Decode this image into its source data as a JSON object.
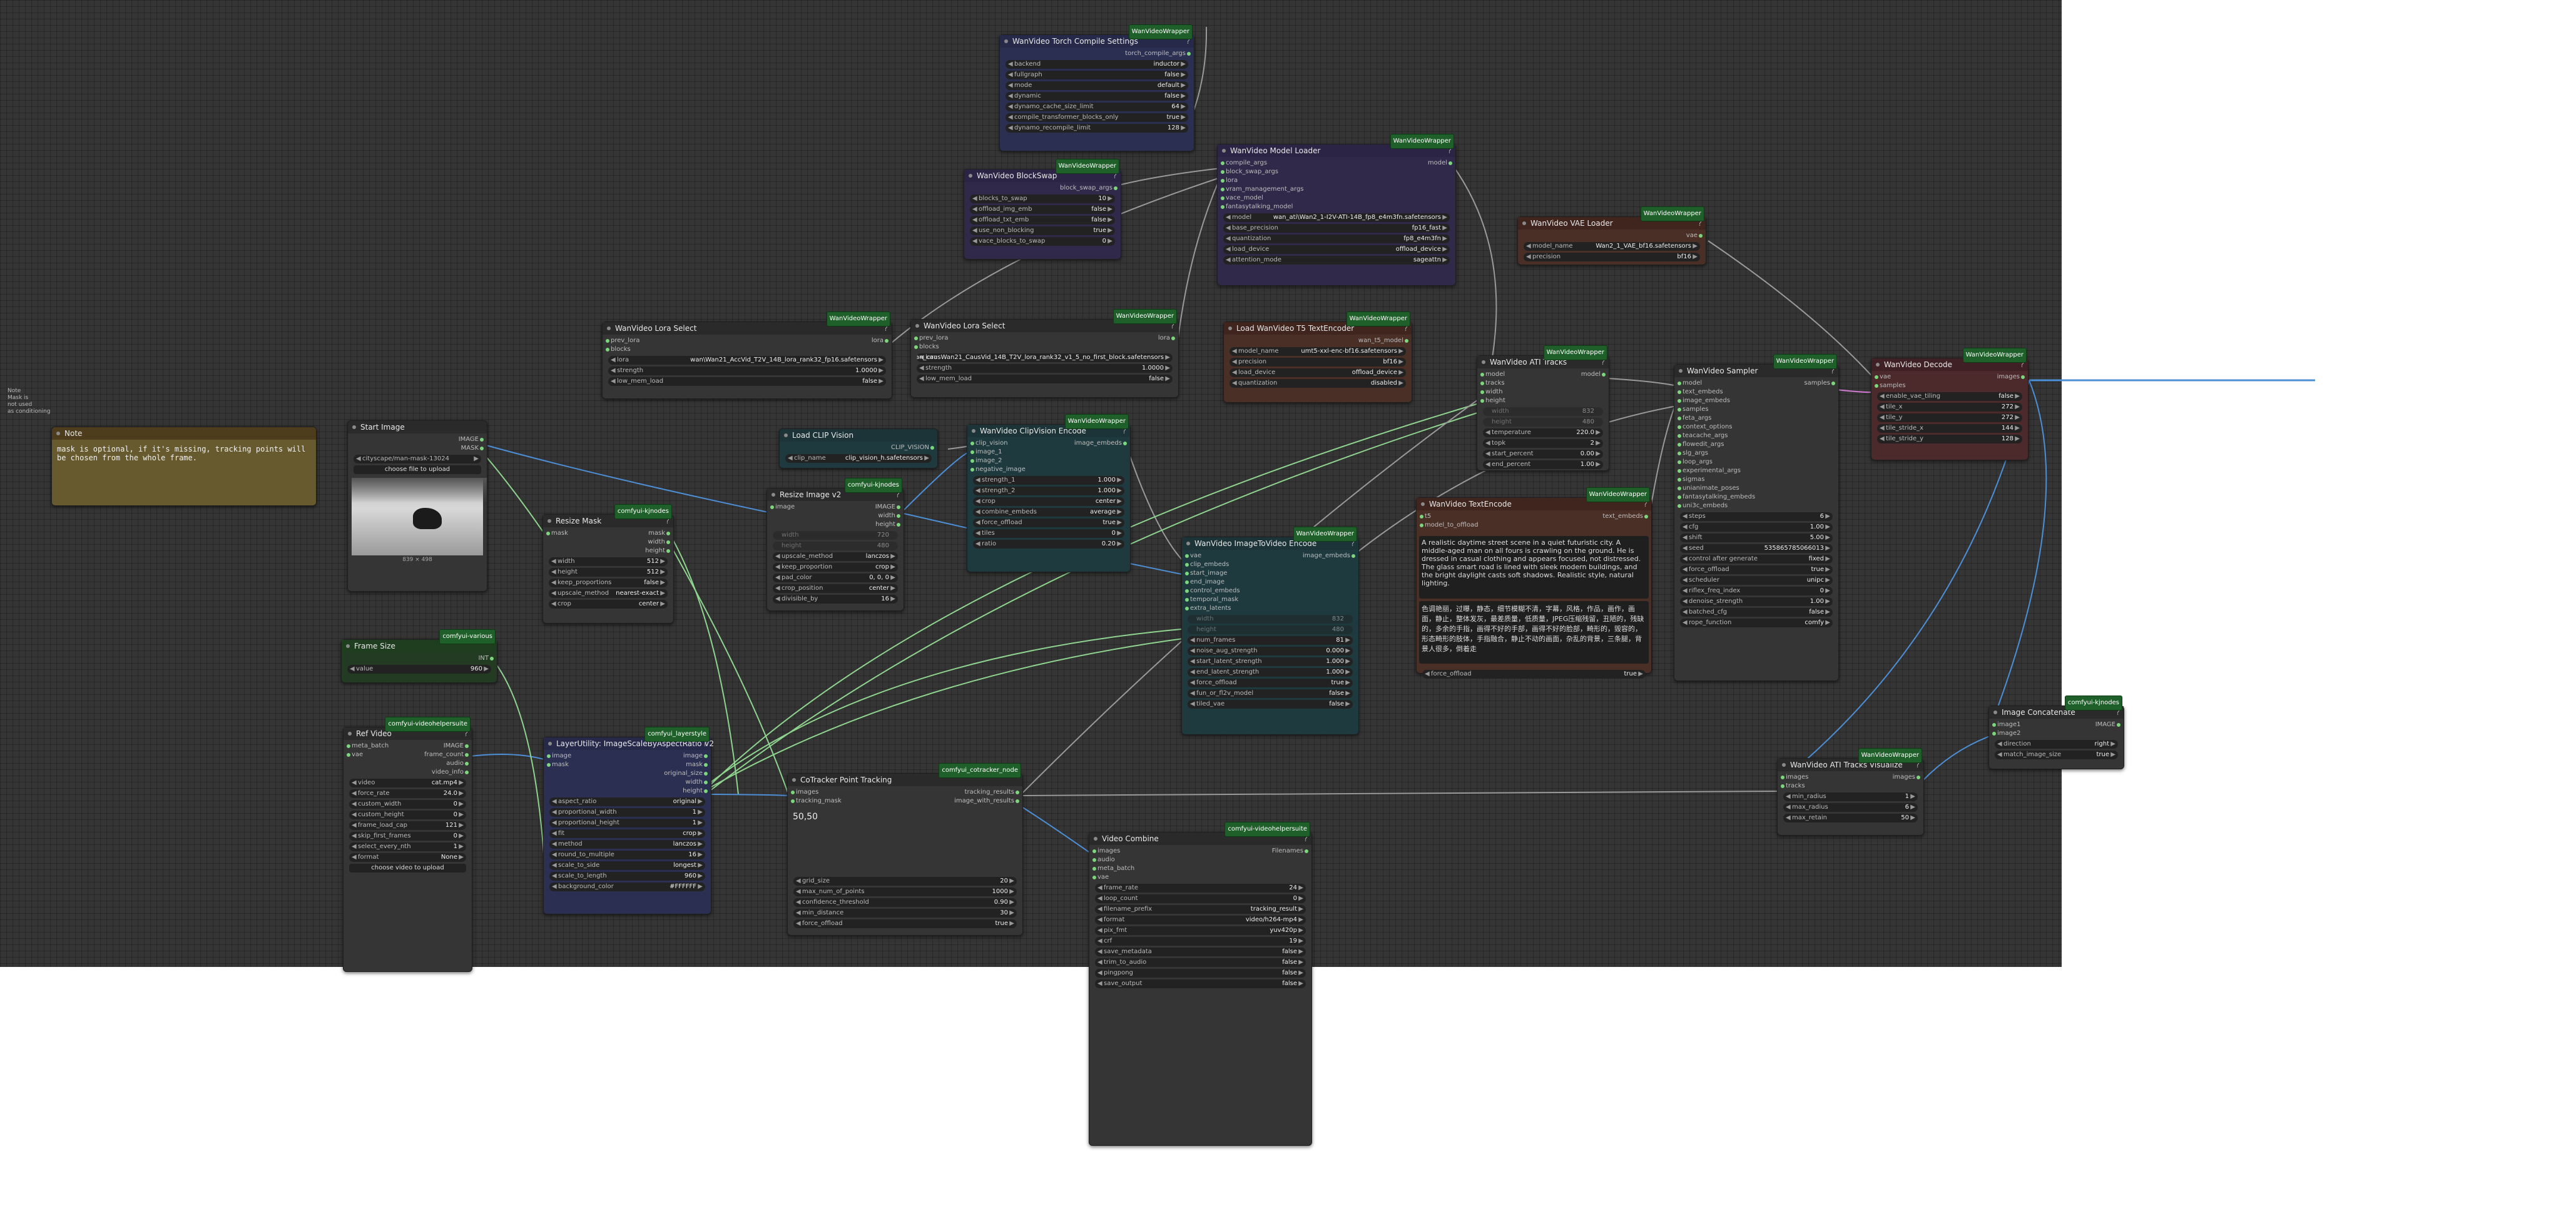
{
  "canvas_label": {
    "line1": "Note",
    "line2": "Mask is",
    "line3": "not used",
    "line4": "as conditioning"
  },
  "note": {
    "title": "Note",
    "text": "mask is optional, if it's missing, tracking points will be chosen from the whole frame."
  },
  "torch_compile": {
    "title": "WanVideo Torch Compile Settings",
    "badge": "WanVideoWrapper",
    "out": "torch_compile_args",
    "widgets": [
      [
        "backend",
        "inductor"
      ],
      [
        "fullgraph",
        "false"
      ],
      [
        "mode",
        "default"
      ],
      [
        "dynamic",
        "false"
      ],
      [
        "dynamo_cache_size_limit",
        "64"
      ],
      [
        "compile_transformer_blocks_only",
        "true"
      ],
      [
        "dynamo_recompile_limit",
        "128"
      ]
    ]
  },
  "blockswap": {
    "title": "WanVideo BlockSwap",
    "badge": "WanVideoWrapper",
    "out": "block_swap_args",
    "widgets": [
      [
        "blocks_to_swap",
        "10"
      ],
      [
        "offload_img_emb",
        "false"
      ],
      [
        "offload_txt_emb",
        "false"
      ],
      [
        "use_non_blocking",
        "true"
      ],
      [
        "vace_blocks_to_swap",
        "0"
      ]
    ]
  },
  "model_loader": {
    "title": "WanVideo Model Loader",
    "badge": "WanVideoWrapper",
    "out": "model",
    "inputs": [
      "compile_args",
      "block_swap_args",
      "lora",
      "vram_management_args",
      "vace_model",
      "fantasytalking_model"
    ],
    "widgets": [
      [
        "model",
        "wan_ati\\Wan2_1-I2V-ATI-14B_fp8_e4m3fn.safetensors"
      ],
      [
        "base_precision",
        "fp16_fast"
      ],
      [
        "quantization",
        "fp8_e4m3fn"
      ],
      [
        "load_device",
        "offload_device"
      ],
      [
        "attention_mode",
        "sageattn"
      ]
    ]
  },
  "vae_loader": {
    "title": "WanVideo VAE Loader",
    "badge": "WanVideoWrapper",
    "out": "vae",
    "widgets": [
      [
        "model_name",
        "Wan2_1_VAE_bf16.safetensors"
      ],
      [
        "precision",
        "bf16"
      ]
    ]
  },
  "lora1": {
    "title": "WanVideo Lora Select",
    "badge": "WanVideoWrapper",
    "in": [
      "prev_lora",
      "blocks"
    ],
    "out": "lora",
    "widgets": [
      [
        "lora",
        "wan\\Wan21_AccVid_T2V_14B_lora_rank32_fp16.safetensors"
      ],
      [
        "strength",
        "1.0000"
      ],
      [
        "low_mem_load",
        "false"
      ]
    ]
  },
  "lora2": {
    "title": "WanVideo Lora Select",
    "badge": "WanVideoWrapper",
    "in": [
      "prev_lora",
      "blocks"
    ],
    "out": "lora",
    "widgets": [
      [
        "lora",
        "wan_causWan21_CausVid_14B_T2V_lora_rank32_v1_5_no_first_block.safetensors"
      ],
      [
        "strength",
        "1.0000"
      ],
      [
        "low_mem_load",
        "false"
      ]
    ]
  },
  "t5": {
    "title": "Load WanVideo T5 TextEncoder",
    "badge": "WanVideoWrapper",
    "out": "wan_t5_model",
    "widgets": [
      [
        "model_name",
        "umt5-xxl-enc-bf16.safetensors"
      ],
      [
        "precision",
        "bf16"
      ],
      [
        "load_device",
        "offload_device"
      ],
      [
        "quantization",
        "disabled"
      ]
    ]
  },
  "clip_vision": {
    "title": "Load CLIP Vision",
    "out": "CLIP_VISION",
    "widgets": [
      [
        "clip_name",
        "clip_vision_h.safetensors"
      ]
    ]
  },
  "clip_encode": {
    "title": "WanVideo ClipVision Encode",
    "badge": "WanVideoWrapper",
    "in": [
      "clip_vision",
      "image_1",
      "image_2",
      "negative_image"
    ],
    "out": "image_embeds",
    "widgets": [
      [
        "strength_1",
        "1.000"
      ],
      [
        "strength_2",
        "1.000"
      ],
      [
        "crop",
        "center"
      ],
      [
        "combine_embeds",
        "average"
      ],
      [
        "force_offload",
        "true"
      ],
      [
        "tiles",
        "0"
      ],
      [
        "ratio",
        "0.20"
      ]
    ]
  },
  "ati_tracks": {
    "title": "WanVideo ATI Tracks",
    "badge": "WanVideoWrapper",
    "in": [
      "model",
      "tracks",
      "width",
      "height"
    ],
    "out": "model",
    "dimvals": [
      "832",
      "480"
    ],
    "widgets": [
      [
        "temperature",
        "220.0"
      ],
      [
        "topk",
        "2"
      ],
      [
        "start_percent",
        "0.00"
      ],
      [
        "end_percent",
        "1.00"
      ]
    ]
  },
  "sampler": {
    "title": "WanVideo Sampler",
    "badge": "WanVideoWrapper",
    "out": "samples",
    "inputs": [
      "model",
      "text_embeds",
      "image_embeds",
      "samples",
      "feta_args",
      "context_options",
      "teacache_args",
      "flowedit_args",
      "slg_args",
      "loop_args",
      "experimental_args",
      "sigmas",
      "unianimate_poses",
      "fantasytalking_embeds",
      "uni3c_embeds"
    ],
    "widgets": [
      [
        "steps",
        "6"
      ],
      [
        "cfg",
        "1.00"
      ],
      [
        "shift",
        "5.00"
      ],
      [
        "seed",
        "535865785066013"
      ],
      [
        "control after generate",
        "fixed"
      ],
      [
        "force_offload",
        "true"
      ],
      [
        "scheduler",
        "unipc"
      ],
      [
        "riflex_freq_index",
        "0"
      ],
      [
        "denoise_strength",
        "1.00"
      ],
      [
        "batched_cfg",
        "false"
      ],
      [
        "rope_function",
        "comfy"
      ]
    ]
  },
  "decode": {
    "title": "WanVideo Decode",
    "badge": "WanVideoWrapper",
    "in": [
      "vae",
      "samples"
    ],
    "out": "images",
    "widgets": [
      [
        "enable_vae_tiling",
        "false"
      ],
      [
        "tile_x",
        "272"
      ],
      [
        "tile_y",
        "272"
      ],
      [
        "tile_stride_x",
        "144"
      ],
      [
        "tile_stride_y",
        "128"
      ]
    ]
  },
  "text_encode": {
    "title": "WanVideo TextEncode",
    "badge": "WanVideoWrapper",
    "in": [
      "t5",
      "model_to_offload"
    ],
    "out": "text_embeds",
    "positive": "A realistic daytime street scene in a quiet futuristic city. A middle-aged man on all fours is crawling on the ground. He is dressed in casual clothing and appears focused, not distressed. The glass smart road is lined with sleek modern buildings, and the bright daylight casts soft shadows. Realistic style, natural lighting.",
    "negative": "色调艳丽，过曝，静态，细节模糊不清，字幕，风格，作品，画作，画面，静止，整体发灰，最差质量，低质量，JPEG压缩残留，丑陋的，残缺的，多余的手指，画得不好的手部，画得不好的脸部，畸形的，毁容的，形态畸形的肢体，手指融合，静止不动的画面，杂乱的背景，三条腿，背景人很多，倒着走",
    "widgets": [
      [
        "force_offload",
        "true"
      ]
    ]
  },
  "image_to_video": {
    "title": "WanVideo ImageToVideo Encode",
    "badge": "WanVideoWrapper",
    "out": "image_embeds",
    "inputs": [
      "vae",
      "clip_embeds",
      "start_image",
      "end_image",
      "control_embeds",
      "temporal_mask",
      "extra_latents"
    ],
    "dimvals": [
      "832",
      "480"
    ],
    "widgets": [
      [
        "num_frames",
        "81"
      ],
      [
        "noise_aug_strength",
        "0.000"
      ],
      [
        "start_latent_strength",
        "1.000"
      ],
      [
        "end_latent_strength",
        "1.000"
      ],
      [
        "force_offload",
        "true"
      ],
      [
        "fun_or_fl2v_model",
        "false"
      ],
      [
        "tiled_vae",
        "false"
      ]
    ]
  },
  "start_image": {
    "title": "Start Image",
    "out": [
      "IMAGE",
      "MASK"
    ],
    "file": "cityscape/man-mask-13024",
    "button": "choose file to upload",
    "caption": "839 × 498"
  },
  "resize_mask": {
    "title": "Resize Mask",
    "badge": "comfyui-kjnodes",
    "in": [
      "mask"
    ],
    "out": [
      "mask",
      "width",
      "height"
    ],
    "widgets": [
      [
        "width",
        "512"
      ],
      [
        "height",
        "512"
      ],
      [
        "keep_proportions",
        "false"
      ],
      [
        "upscale_method",
        "nearest-exact"
      ],
      [
        "crop",
        "center"
      ]
    ]
  },
  "resize_image": {
    "title": "Resize Image v2",
    "badge": "comfyui-kjnodes",
    "in": [
      "image"
    ],
    "out": [
      "IMAGE",
      "width",
      "height"
    ],
    "dimvals": [
      "720",
      "480"
    ],
    "widgets": [
      [
        "upscale_method",
        "lanczos"
      ],
      [
        "keep_proportion",
        "crop"
      ],
      [
        "pad_color",
        "0, 0, 0"
      ],
      [
        "crop_position",
        "center"
      ],
      [
        "divisible_by",
        "16"
      ]
    ]
  },
  "frame_size": {
    "title": "Frame Size",
    "badge": "comfyui-various",
    "out": "INT",
    "widgets": [
      [
        "value",
        "960"
      ]
    ]
  },
  "ref_video": {
    "title": "Ref Video",
    "badge": "comfyui-videohelpersuite",
    "in": [
      "meta_batch",
      "vae"
    ],
    "out": [
      "IMAGE",
      "frame_count",
      "audio",
      "video_info"
    ],
    "widgets": [
      [
        "video",
        "cat.mp4"
      ],
      [
        "force_rate",
        "24.0"
      ],
      [
        "custom_width",
        "0"
      ],
      [
        "custom_height",
        "0"
      ],
      [
        "frame_load_cap",
        "121"
      ],
      [
        "skip_first_frames",
        "0"
      ],
      [
        "select_every_nth",
        "1"
      ],
      [
        "format",
        "None"
      ]
    ],
    "button": "choose video to upload"
  },
  "layer_utility": {
    "title": "LayerUtility: ImageScaleByAspectRatio V2",
    "badge": "comfyui_layerstyle",
    "in": [
      "image",
      "mask"
    ],
    "out": [
      "image",
      "mask",
      "original_size",
      "width",
      "height"
    ],
    "widgets": [
      [
        "aspect_ratio",
        "original"
      ],
      [
        "proportional_width",
        "1"
      ],
      [
        "proportional_height",
        "1"
      ],
      [
        "fit",
        "crop"
      ],
      [
        "method",
        "lanczos"
      ],
      [
        "round_to_multiple",
        "16"
      ],
      [
        "scale_to_side",
        "longest"
      ],
      [
        "scale_to_length",
        "960"
      ],
      [
        "background_color",
        "#FFFFFF"
      ]
    ]
  },
  "cotracker": {
    "title": "CoTracker Point Tracking",
    "badge": "comfyui_cotracker_node",
    "in": [
      "images",
      "tracking_mask"
    ],
    "out": [
      "tracking_results",
      "image_with_results"
    ],
    "points": "50,50",
    "widgets": [
      [
        "grid_size",
        "20"
      ],
      [
        "max_num_of_points",
        "1000"
      ],
      [
        "confidence_threshold",
        "0.90"
      ],
      [
        "min_distance",
        "30"
      ],
      [
        "force_offload",
        "true"
      ]
    ]
  },
  "video_combine": {
    "title": "Video Combine",
    "badge": "comfyui-videohelpersuite",
    "in": [
      "images",
      "audio",
      "meta_batch",
      "vae"
    ],
    "out": "Filenames",
    "widgets": [
      [
        "frame_rate",
        "24"
      ],
      [
        "loop_count",
        "0"
      ],
      [
        "filename_prefix",
        "tracking_result"
      ],
      [
        "format",
        "video/h264-mp4"
      ],
      [
        "pix_fmt",
        "yuv420p"
      ],
      [
        "crf",
        "19"
      ],
      [
        "save_metadata",
        "false"
      ],
      [
        "trim_to_audio",
        "false"
      ],
      [
        "pingpong",
        "false"
      ],
      [
        "save_output",
        "false"
      ]
    ]
  },
  "tracks_visualize": {
    "title": "WanVideo ATI Tracks Visualize",
    "badge": "WanVideoWrapper",
    "in": [
      "images",
      "tracks"
    ],
    "out": "images",
    "widgets": [
      [
        "min_radius",
        "1"
      ],
      [
        "max_radius",
        "6"
      ],
      [
        "max_retain",
        "50"
      ]
    ]
  },
  "image_concat": {
    "title": "Image Concatenate",
    "badge": "comfyui-kjnodes",
    "in": [
      "image1",
      "image2"
    ],
    "out": "IMAGE",
    "widgets": [
      [
        "direction",
        "right"
      ],
      [
        "match_image_size",
        "true"
      ]
    ]
  },
  "colors": {
    "link_green": "#8fd48f",
    "link_blue": "#4d8fd6",
    "link_gray": "#9a9a9a",
    "canvas": "#353535"
  }
}
